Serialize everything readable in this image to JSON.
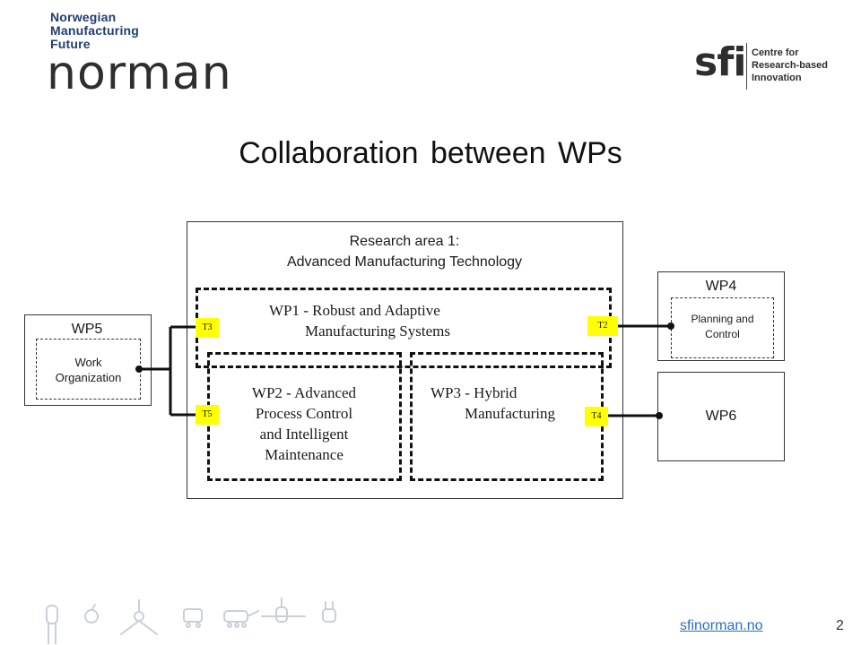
{
  "header": {
    "logo_small_lines": [
      "Norwegian",
      "Manufacturing",
      "Future"
    ],
    "logo_wordmark": "norman",
    "partner_mark": "sfi",
    "partner_text_lines": [
      "Centre for",
      "Research-based",
      "Innovation"
    ]
  },
  "title": "Collaboration between WPs",
  "research_area": {
    "line1": "Research area 1:",
    "line2": "Advanced Manufacturing Technology"
  },
  "work_packages": {
    "wp1": {
      "line1": "WP1 - Robust and Adaptive",
      "line2": "Manufacturing Systems"
    },
    "wp2": {
      "line1": "WP2 - Advanced",
      "line2": "Process Control",
      "line3": "and Intelligent",
      "line4": "Maintenance"
    },
    "wp3": {
      "line1": "WP3 - Hybrid",
      "line2": "Manufacturing"
    },
    "wp4": {
      "title": "WP4",
      "inner_line1": "Planning and",
      "inner_line2": "Control"
    },
    "wp5": {
      "title": "WP5",
      "inner_line1": "Work",
      "inner_line2": "Organization"
    },
    "wp6": {
      "title": "WP6"
    }
  },
  "tags": {
    "t2": "T2",
    "t3": "T3",
    "t4": "T4",
    "t5": "T5"
  },
  "colors": {
    "tag": "#ffff00",
    "link": "#2a6fb8",
    "brand_blue": "#1f3f6e"
  },
  "footer": {
    "link": "sfinorman.no",
    "page_number": "2"
  }
}
